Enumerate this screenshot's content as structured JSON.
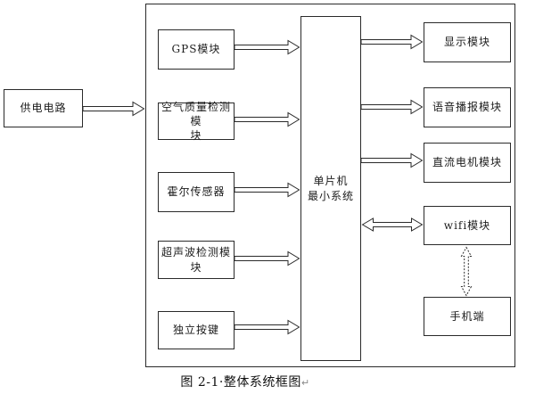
{
  "diagram": {
    "title_caption": {
      "text": "图 2-1·整体系统框图",
      "paragraph_mark": "↵"
    },
    "nodes": {
      "power": {
        "label": "供电电路"
      },
      "gps": {
        "label": "GPS模块"
      },
      "air_quality": {
        "label": [
          "空气质量检测模",
          "块"
        ]
      },
      "hall": {
        "label": "霍尔传感器"
      },
      "ultrasonic": {
        "label": "超声波检测模块"
      },
      "keys": {
        "label": "独立按键"
      },
      "mcu": {
        "label": [
          "单片机",
          "最小系统"
        ]
      },
      "display": {
        "label": "显示模块"
      },
      "voice": {
        "label": "语音播报模块"
      },
      "dc_motor": {
        "label": "直流电机模块"
      },
      "wifi": {
        "label": "wifi模块"
      },
      "phone": {
        "label": "手机端"
      }
    },
    "connections": [
      {
        "from": "power",
        "to": "system-frame",
        "direction": "right",
        "style": "solid-hollow-arrow"
      },
      {
        "from": "gps",
        "to": "mcu",
        "direction": "right",
        "style": "solid-hollow-arrow"
      },
      {
        "from": "air_quality",
        "to": "mcu",
        "direction": "right",
        "style": "solid-hollow-arrow"
      },
      {
        "from": "hall",
        "to": "mcu",
        "direction": "right",
        "style": "solid-hollow-arrow"
      },
      {
        "from": "ultrasonic",
        "to": "mcu",
        "direction": "right",
        "style": "solid-hollow-arrow"
      },
      {
        "from": "keys",
        "to": "mcu",
        "direction": "right",
        "style": "solid-hollow-arrow"
      },
      {
        "from": "mcu",
        "to": "display",
        "direction": "right",
        "style": "solid-hollow-arrow"
      },
      {
        "from": "mcu",
        "to": "voice",
        "direction": "right",
        "style": "solid-hollow-arrow"
      },
      {
        "from": "mcu",
        "to": "dc_motor",
        "direction": "right",
        "style": "solid-hollow-arrow"
      },
      {
        "from": "mcu",
        "to": "wifi",
        "direction": "both",
        "style": "solid-hollow-double-arrow"
      },
      {
        "from": "wifi",
        "to": "phone",
        "direction": "both",
        "style": "dotted-hollow-double-arrow"
      }
    ],
    "colors": {
      "line": "#2a2a2a",
      "background": "#ffffff",
      "paragraph_mark": "#8a8a8a"
    }
  }
}
